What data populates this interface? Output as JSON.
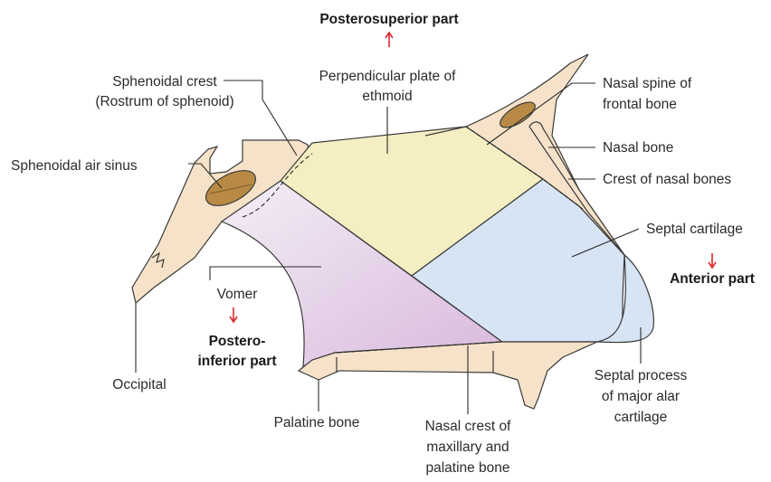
{
  "colors": {
    "bone": "#f5e2c8",
    "sinus": "#b88a45",
    "ethmoid_plate": "#f4eec2",
    "vomer_light": "#f3eef6",
    "vomer_dark": "#d9b9dc",
    "cartilage": "#d6e4f4",
    "arrow": "#e0262d"
  },
  "directions": {
    "posterosuperior": "Posterosuperior part",
    "anterior": "Anterior part",
    "posteroinferior_line1": "Postero-",
    "posteroinferior_line2": "inferior part"
  },
  "labels": {
    "sphenoidal_crest_1": "Sphenoidal crest",
    "sphenoidal_crest_2": "(Rostrum of sphenoid)",
    "perpendicular_plate_1": "Perpendicular plate of",
    "perpendicular_plate_2": "ethmoid",
    "nasal_spine_1": "Nasal spine of",
    "nasal_spine_2": "frontal bone",
    "sphenoidal_sinus": "Sphenoidal air sinus",
    "nasal_bone": "Nasal bone",
    "crest_nasal_bones": "Crest of nasal bones",
    "septal_cartilage": "Septal cartilage",
    "vomer": "Vomer",
    "occipital": "Occipital",
    "palatine_bone": "Palatine bone",
    "nasal_crest_1": "Nasal crest of",
    "nasal_crest_2": "maxillary and",
    "nasal_crest_3": "palatine bone",
    "septal_process_1": "Septal process",
    "septal_process_2": "of major alar",
    "septal_process_3": "cartilage"
  }
}
